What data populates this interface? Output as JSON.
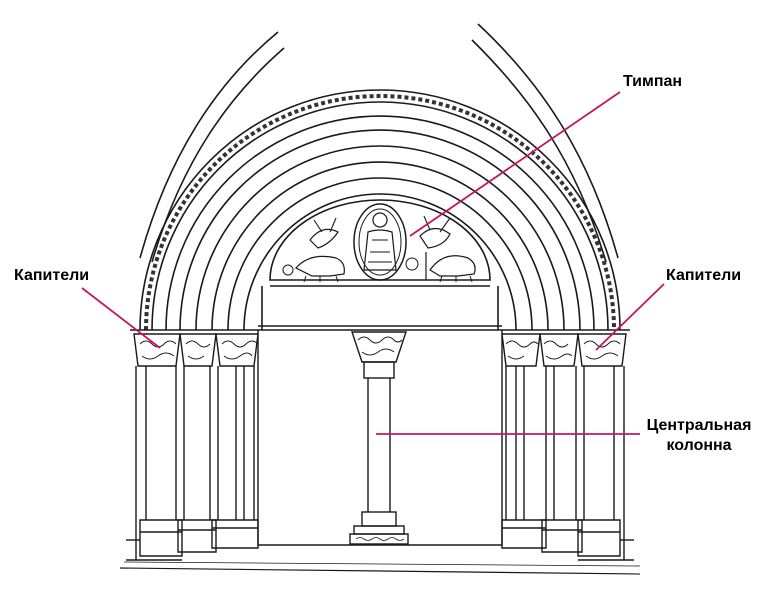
{
  "labels": {
    "tympanum": "Тимпан",
    "capitals_left": "Капители",
    "capitals_right": "Капители",
    "central_column_line1": "Центральная",
    "central_column_line2": "колонна"
  },
  "colors": {
    "leader_line": "#c2185b",
    "ink": "#1a1a1a",
    "background": "#ffffff"
  }
}
